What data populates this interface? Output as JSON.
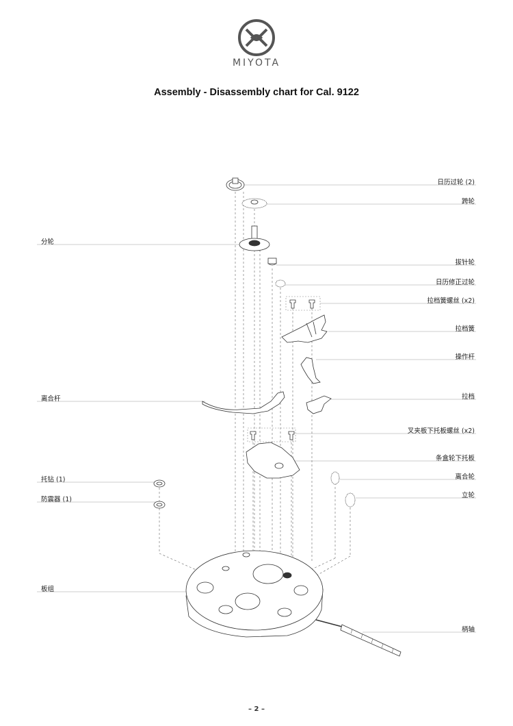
{
  "brand": {
    "name": "MIYOTA"
  },
  "title": "Assembly - Disassembly chart for Cal. 9122",
  "parts": {
    "calendar_intermediate_wheel": "日历过轮 (2)",
    "jumper_wheel": "跨轮",
    "minute_wheel": "分轮",
    "setting_wheel": "拔针轮",
    "calendar_correction_wheel": "日历修正过轮",
    "setting_lever_spring_screw": "拉档簧螺丝 (x2)",
    "setting_lever_spring": "拉档簧",
    "yoke": "操作杆",
    "setting_lever": "拉档",
    "clutch_lever": "离合杆",
    "bridge_screw": "叉夹板下托板螺丝 (x2)",
    "barrel_bridge": "条盒轮下托板",
    "clutch_wheel": "离合轮",
    "crown_wheel": "立轮",
    "cap_jewel": "托钻 (1)",
    "shock_absorber": "防震器 (1)",
    "main_plate": "板组",
    "winding_stem": "柄轴"
  },
  "page_number": "– 2 –"
}
